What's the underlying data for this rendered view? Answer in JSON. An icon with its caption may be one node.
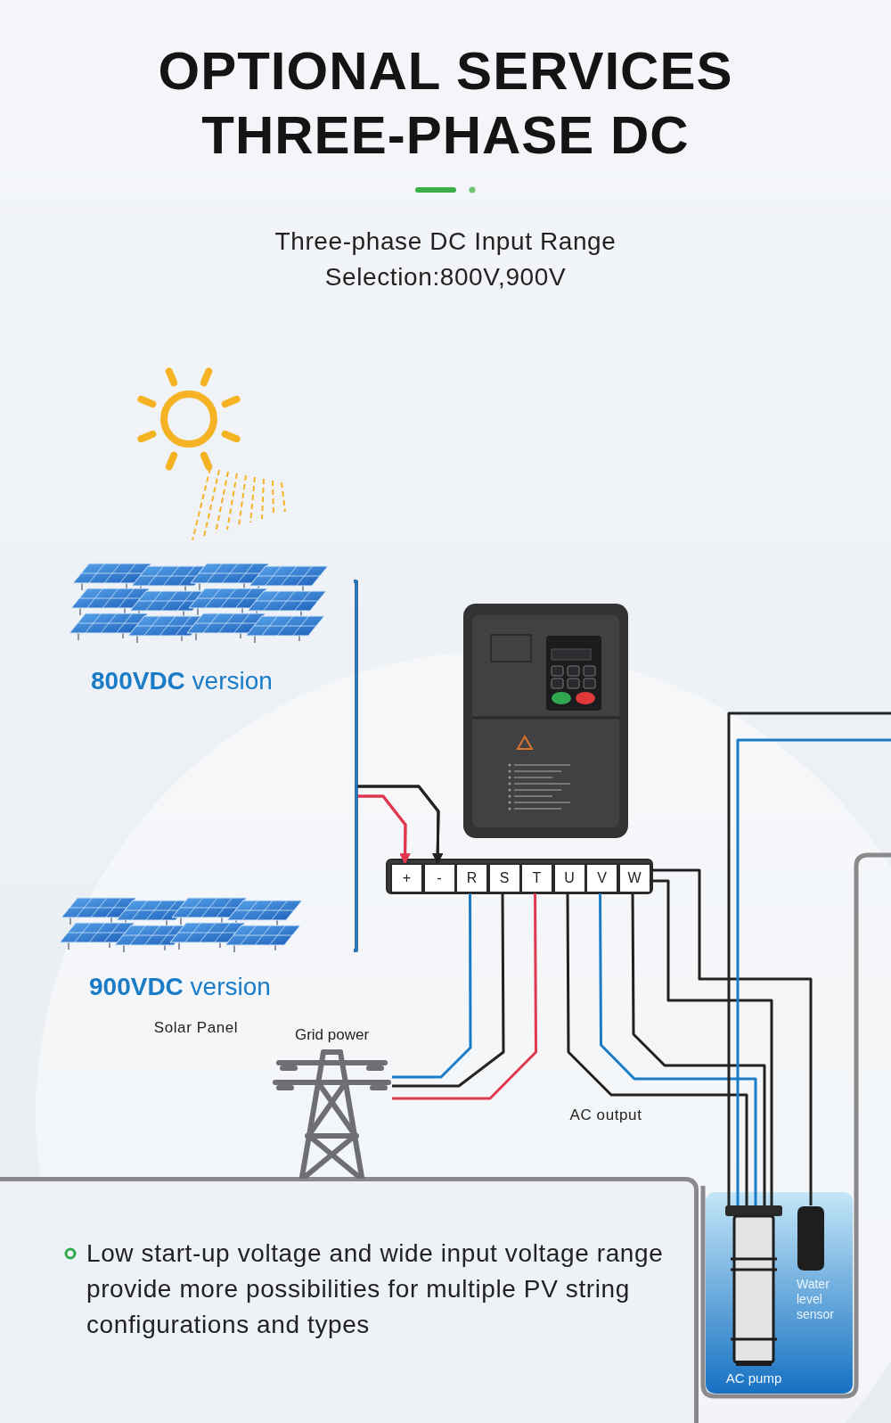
{
  "diagram": {
    "title": "OPTIONAL SERVICES THREE-PHASE DC",
    "nodes": [
      {
        "text": [
          "**800VDC** version"
        ]
      },
      {
        "text": [
          "**900VDC** version"
        ]
      },
      {
        "text": [
          "+"
        ]
      },
      {
        "text": [
          "-"
        ]
      },
      {
        "text": [
          "R"
        ]
      },
      {
        "text": [
          "S"
        ]
      },
      {
        "text": [
          "T"
        ]
      },
      {
        "text": [
          "U"
        ]
      },
      {
        "text": [
          "V"
        ]
      },
      {
        "text": [
          "W"
        ]
      },
      {
        "text": [
          "Grid power"
        ]
      },
      {
        "text": [
          "AC pump"
        ]
      },
      {
        "text": [
          "Water level sensor"
        ]
      }
    ],
    "edges": [
      {
        "from": 0,
        "to": 2,
        "arrow": "to",
        "color": "#e0384f"
      },
      {
        "from": 0,
        "to": 3,
        "arrow": "to"
      },
      {
        "from": 1,
        "to": 2,
        "arrow": "to",
        "color": "#e0384f"
      },
      {
        "from": 1,
        "to": 3,
        "arrow": "to"
      },
      {
        "from": 10,
        "to": 4,
        "arrow": "none",
        "color": "#1a7bc7"
      },
      {
        "from": 10,
        "to": 5,
        "arrow": "none"
      },
      {
        "from": 10,
        "to": 6,
        "arrow": "none",
        "color": "#e0384f"
      },
      {
        "from": 7,
        "to": 11,
        "arrow": "none"
      },
      {
        "from": 8,
        "to": 11,
        "arrow": "none",
        "color": "#1a7bc7"
      },
      {
        "from": 9,
        "to": 11,
        "arrow": "none"
      },
      {
        "from": 9,
        "to": 12,
        "arrow": "none"
      },
      {
        "from": 9,
        "to": 11,
        "arrow": "none"
      },
      {
        "from": 11,
        "to": null,
        "arrow": "none"
      },
      {
        "from": 11,
        "to": null,
        "arrow": "none",
        "color": "#1a7bc7"
      }
    ],
    "labels": [
      "Three-phase DC Input Range Selection:800V,900V",
      "Solar Panel",
      "AC output",
      "Low start-up voltage and wide input voltage range provide more possibilities for multiple PV string configurations and types"
    ]
  }
}
